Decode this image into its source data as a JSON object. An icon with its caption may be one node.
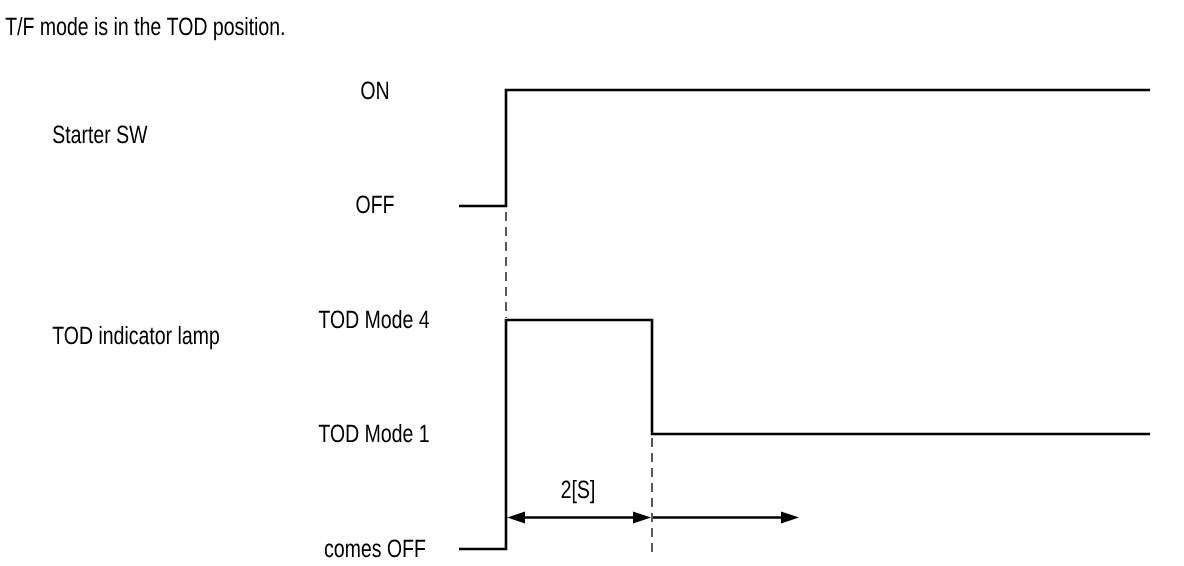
{
  "diagram": {
    "title": "T/F mode is in the TOD position.",
    "labels": [
      "ON",
      "Starter SW",
      "OFF",
      "TOD Mode 4",
      "TOD indicator lamp",
      "TOD Mode 1",
      "2[S]",
      "comes OFF"
    ]
  }
}
